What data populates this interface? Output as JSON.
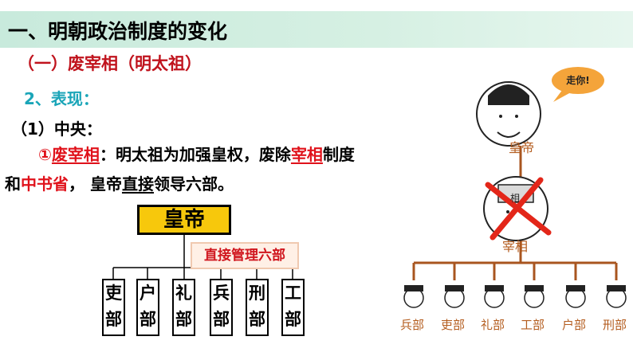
{
  "header": {
    "title": "一、明朝政治制度的变化"
  },
  "subtitle": "（一）废宰相（明太祖）",
  "section": "2、表现：",
  "subsection": "（1）中央：",
  "paragraph": {
    "num": "①",
    "term": "废宰相",
    "colon": "：",
    "text_a": "明太祖为加强皇权，废除",
    "term2": "宰相",
    "text_b": "制度",
    "line2_a": "和",
    "term3": "中书省",
    "line2_b": "，  皇帝",
    "term4": "直接",
    "line2_c": "领导六部。"
  },
  "org_chart": {
    "emperor": "皇帝",
    "direct": "直接管理六部",
    "ministries": [
      {
        "a": "吏",
        "b": "部"
      },
      {
        "a": "户",
        "b": "部"
      },
      {
        "a": "礼",
        "b": "部"
      },
      {
        "a": "兵",
        "b": "部"
      },
      {
        "a": "刑",
        "b": "部"
      },
      {
        "a": "工",
        "b": "部"
      }
    ]
  },
  "illustration": {
    "speech": "走你!",
    "emperor_label": "皇帝",
    "chancellor_label": "宰相",
    "hat_char": "相",
    "ministers": [
      "兵部",
      "吏部",
      "礼部",
      "工部",
      "户部",
      "刑部"
    ],
    "line_color": "#a8551f",
    "cross_color": "#e32619"
  }
}
